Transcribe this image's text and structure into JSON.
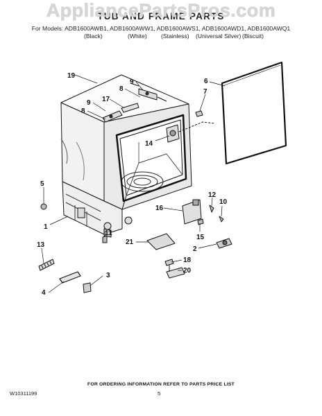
{
  "watermark": "AppliancePartsPros.com",
  "header": {
    "title": "TUB AND FRAME PARTS",
    "models": "For Models: ADB1600AWB1, ADB1600AWW1, ADB1600AWS1, ADB1600AWD1, ADB1600AWQ1",
    "variants": [
      "(Black)",
      "(White)",
      "(Stainless)",
      "(Universal Silver)",
      "(Biscuit)"
    ]
  },
  "callouts": [
    {
      "label": "19"
    },
    {
      "label": "9"
    },
    {
      "label": "8"
    },
    {
      "label": "17"
    },
    {
      "label": "9"
    },
    {
      "label": "8"
    },
    {
      "label": "6"
    },
    {
      "label": "7"
    },
    {
      "label": "14"
    },
    {
      "label": "5"
    },
    {
      "label": "12"
    },
    {
      "label": "10"
    },
    {
      "label": "16"
    },
    {
      "label": "1"
    },
    {
      "label": "15"
    },
    {
      "label": "11"
    },
    {
      "label": "21"
    },
    {
      "label": "2"
    },
    {
      "label": "13"
    },
    {
      "label": "18"
    },
    {
      "label": "20"
    },
    {
      "label": "3"
    },
    {
      "label": "4"
    }
  ],
  "footer": {
    "note": "FOR ORDERING INFORMATION REFER TO PARTS PRICE LIST",
    "doc_number": "W10311199",
    "page": "5"
  }
}
